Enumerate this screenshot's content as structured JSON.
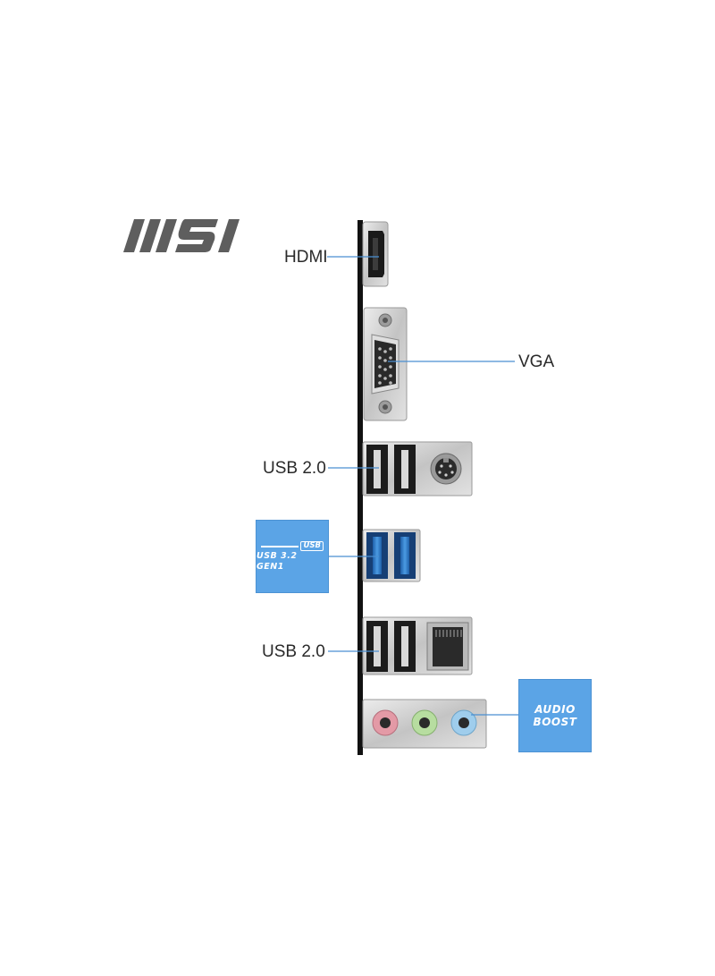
{
  "brand": {
    "logo_text": "MSI"
  },
  "ports": {
    "hdmi": "HDMI",
    "vga": "VGA",
    "usb2_top": "USB 2.0",
    "usb2_bottom": "USB 2.0"
  },
  "badges": {
    "usb": {
      "tag": "USB",
      "line": "USB 3.2 GEN1"
    },
    "audio": {
      "line1": "AUDIO",
      "line2": "BOOST"
    }
  },
  "colors": {
    "badge_blue": "#5ba4e6",
    "usb3_blue": "#2f7fcf",
    "audio_pink": "#e39aa6",
    "audio_green": "#b7dda0",
    "audio_blue": "#9fcdec",
    "leader_line": "#4a8fd2",
    "panel_bar": "#111111",
    "metal": "#cfcfcf"
  }
}
